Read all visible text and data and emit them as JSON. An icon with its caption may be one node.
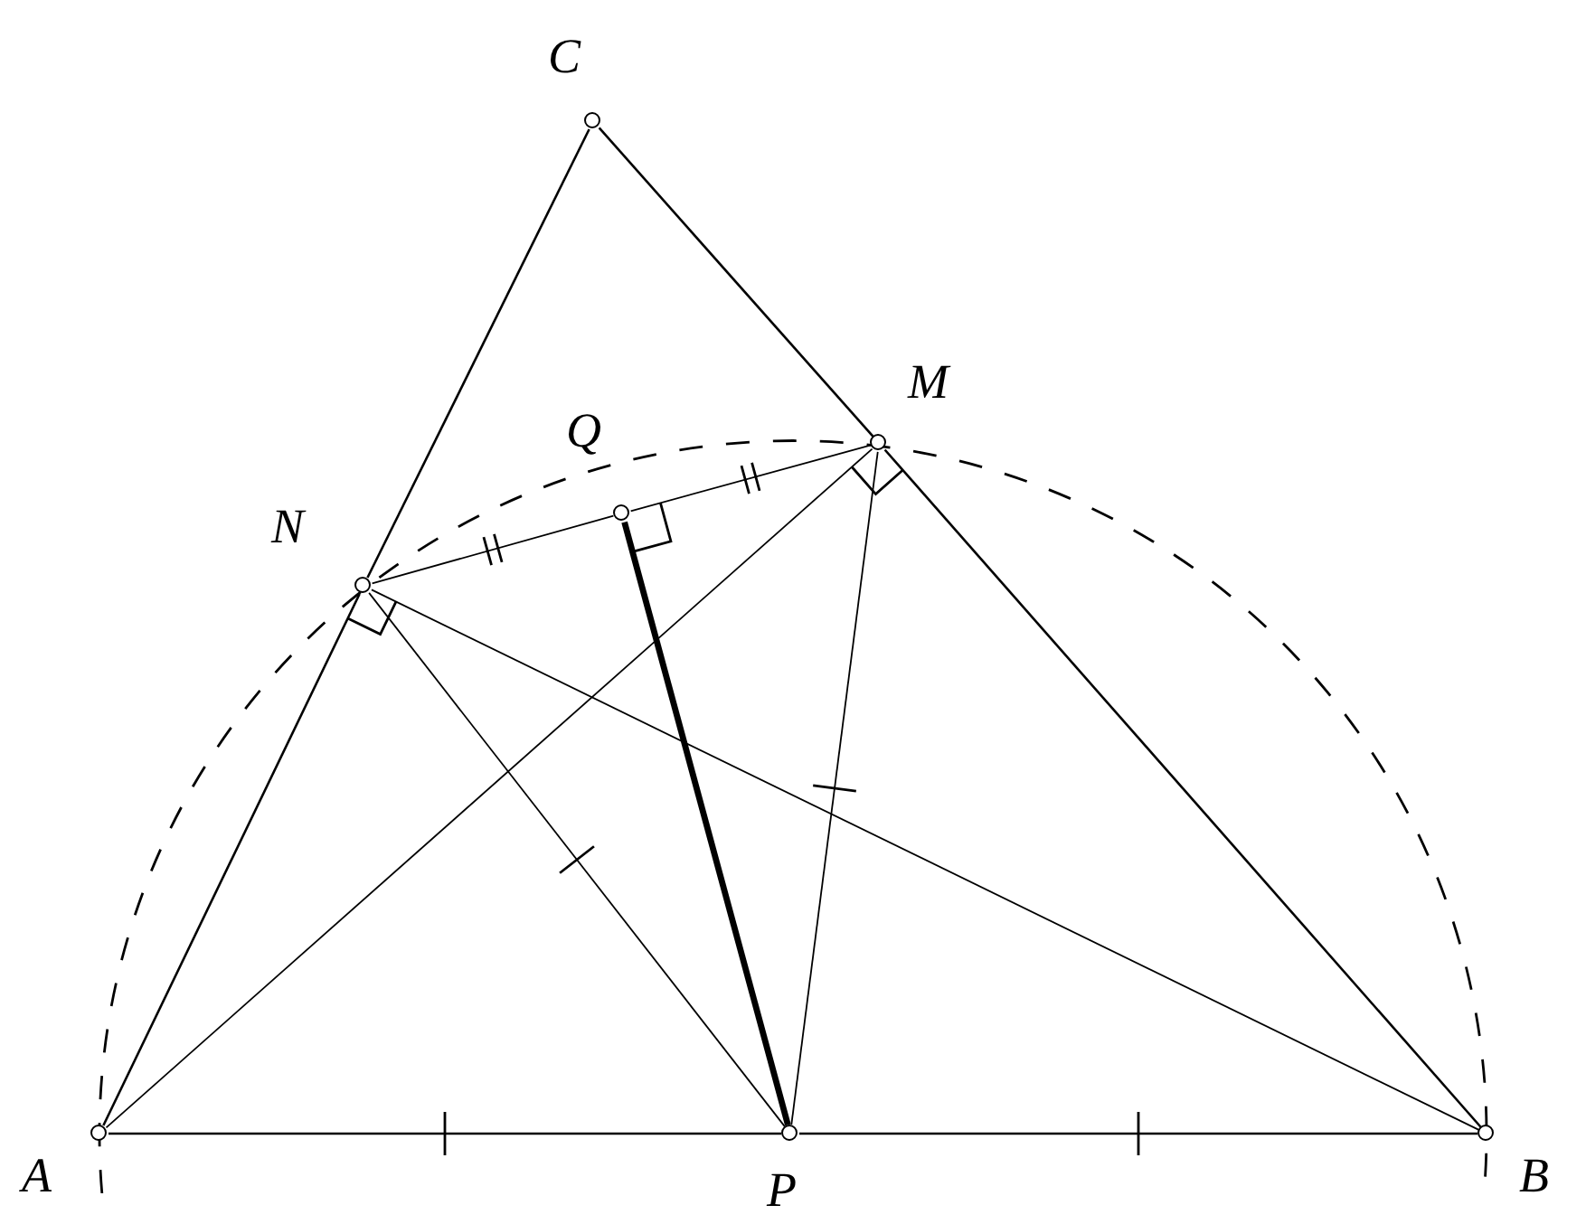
{
  "diagram": {
    "nodes": [
      {
        "text": [
          "C"
        ]
      },
      {
        "text": [
          "M"
        ]
      },
      {
        "text": [
          "Q"
        ]
      },
      {
        "text": [
          "N"
        ]
      },
      {
        "text": [
          "A"
        ]
      },
      {
        "text": [
          "P"
        ]
      },
      {
        "text": [
          "B"
        ]
      }
    ],
    "edges": [
      {
        "from": 4,
        "to": 5,
        "arrow": "none"
      },
      {
        "from": 5,
        "to": 6,
        "arrow": "none"
      },
      {
        "from": 4,
        "to": 3,
        "arrow": "none"
      },
      {
        "from": 3,
        "to": 0,
        "arrow": "none"
      },
      {
        "from": 0,
        "to": 1,
        "arrow": "none"
      },
      {
        "from": 1,
        "to": 6,
        "arrow": "none"
      },
      {
        "from": 3,
        "to": 2,
        "arrow": "none"
      },
      {
        "from": 2,
        "to": 1,
        "arrow": "none"
      },
      {
        "from": 4,
        "to": 1,
        "arrow": "none"
      },
      {
        "from": 3,
        "to": 6,
        "arrow": "none"
      },
      {
        "from": 3,
        "to": 5,
        "arrow": "none"
      },
      {
        "from": 1,
        "to": 5,
        "arrow": "none"
      },
      {
        "from": 2,
        "to": 5,
        "arrow": "none",
        "style": "thick"
      }
    ]
  }
}
